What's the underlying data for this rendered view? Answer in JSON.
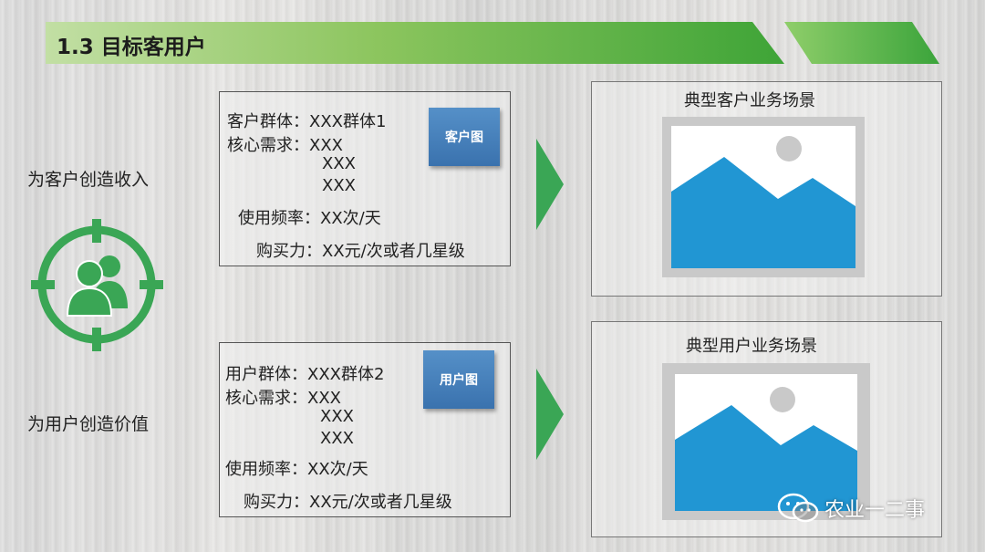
{
  "header": {
    "title": "1.3 目标客用户"
  },
  "left": {
    "label_top": "为客户创造收入",
    "label_bottom": "为用户创造价值"
  },
  "customer_box": {
    "group": "客户群体：XXX群体1",
    "needs_label": "核心需求：XXX",
    "needs_2": "XXX",
    "needs_3": "XXX",
    "frequency": "使用频率：XX次/天",
    "purchasing": "购买力：XX元/次或者几星级",
    "tag": "客户图"
  },
  "user_box": {
    "group": "用户群体：XXX群体2",
    "needs_label": "核心需求：XXX",
    "needs_2": "XXX",
    "needs_3": "XXX",
    "frequency": "使用频率：XX次/天",
    "purchasing": "购买力：XX元/次或者几星级",
    "tag": "用户图"
  },
  "scene_top": {
    "title": "典型客户业务场景"
  },
  "scene_bottom": {
    "title": "典型用户业务场景"
  },
  "watermark": {
    "text": "农业一二事",
    "icon": "wechat-icon"
  },
  "colors": {
    "accent_green": "#3aa655",
    "tag_blue": "#3f78b4",
    "image_blue": "#2196d3"
  }
}
